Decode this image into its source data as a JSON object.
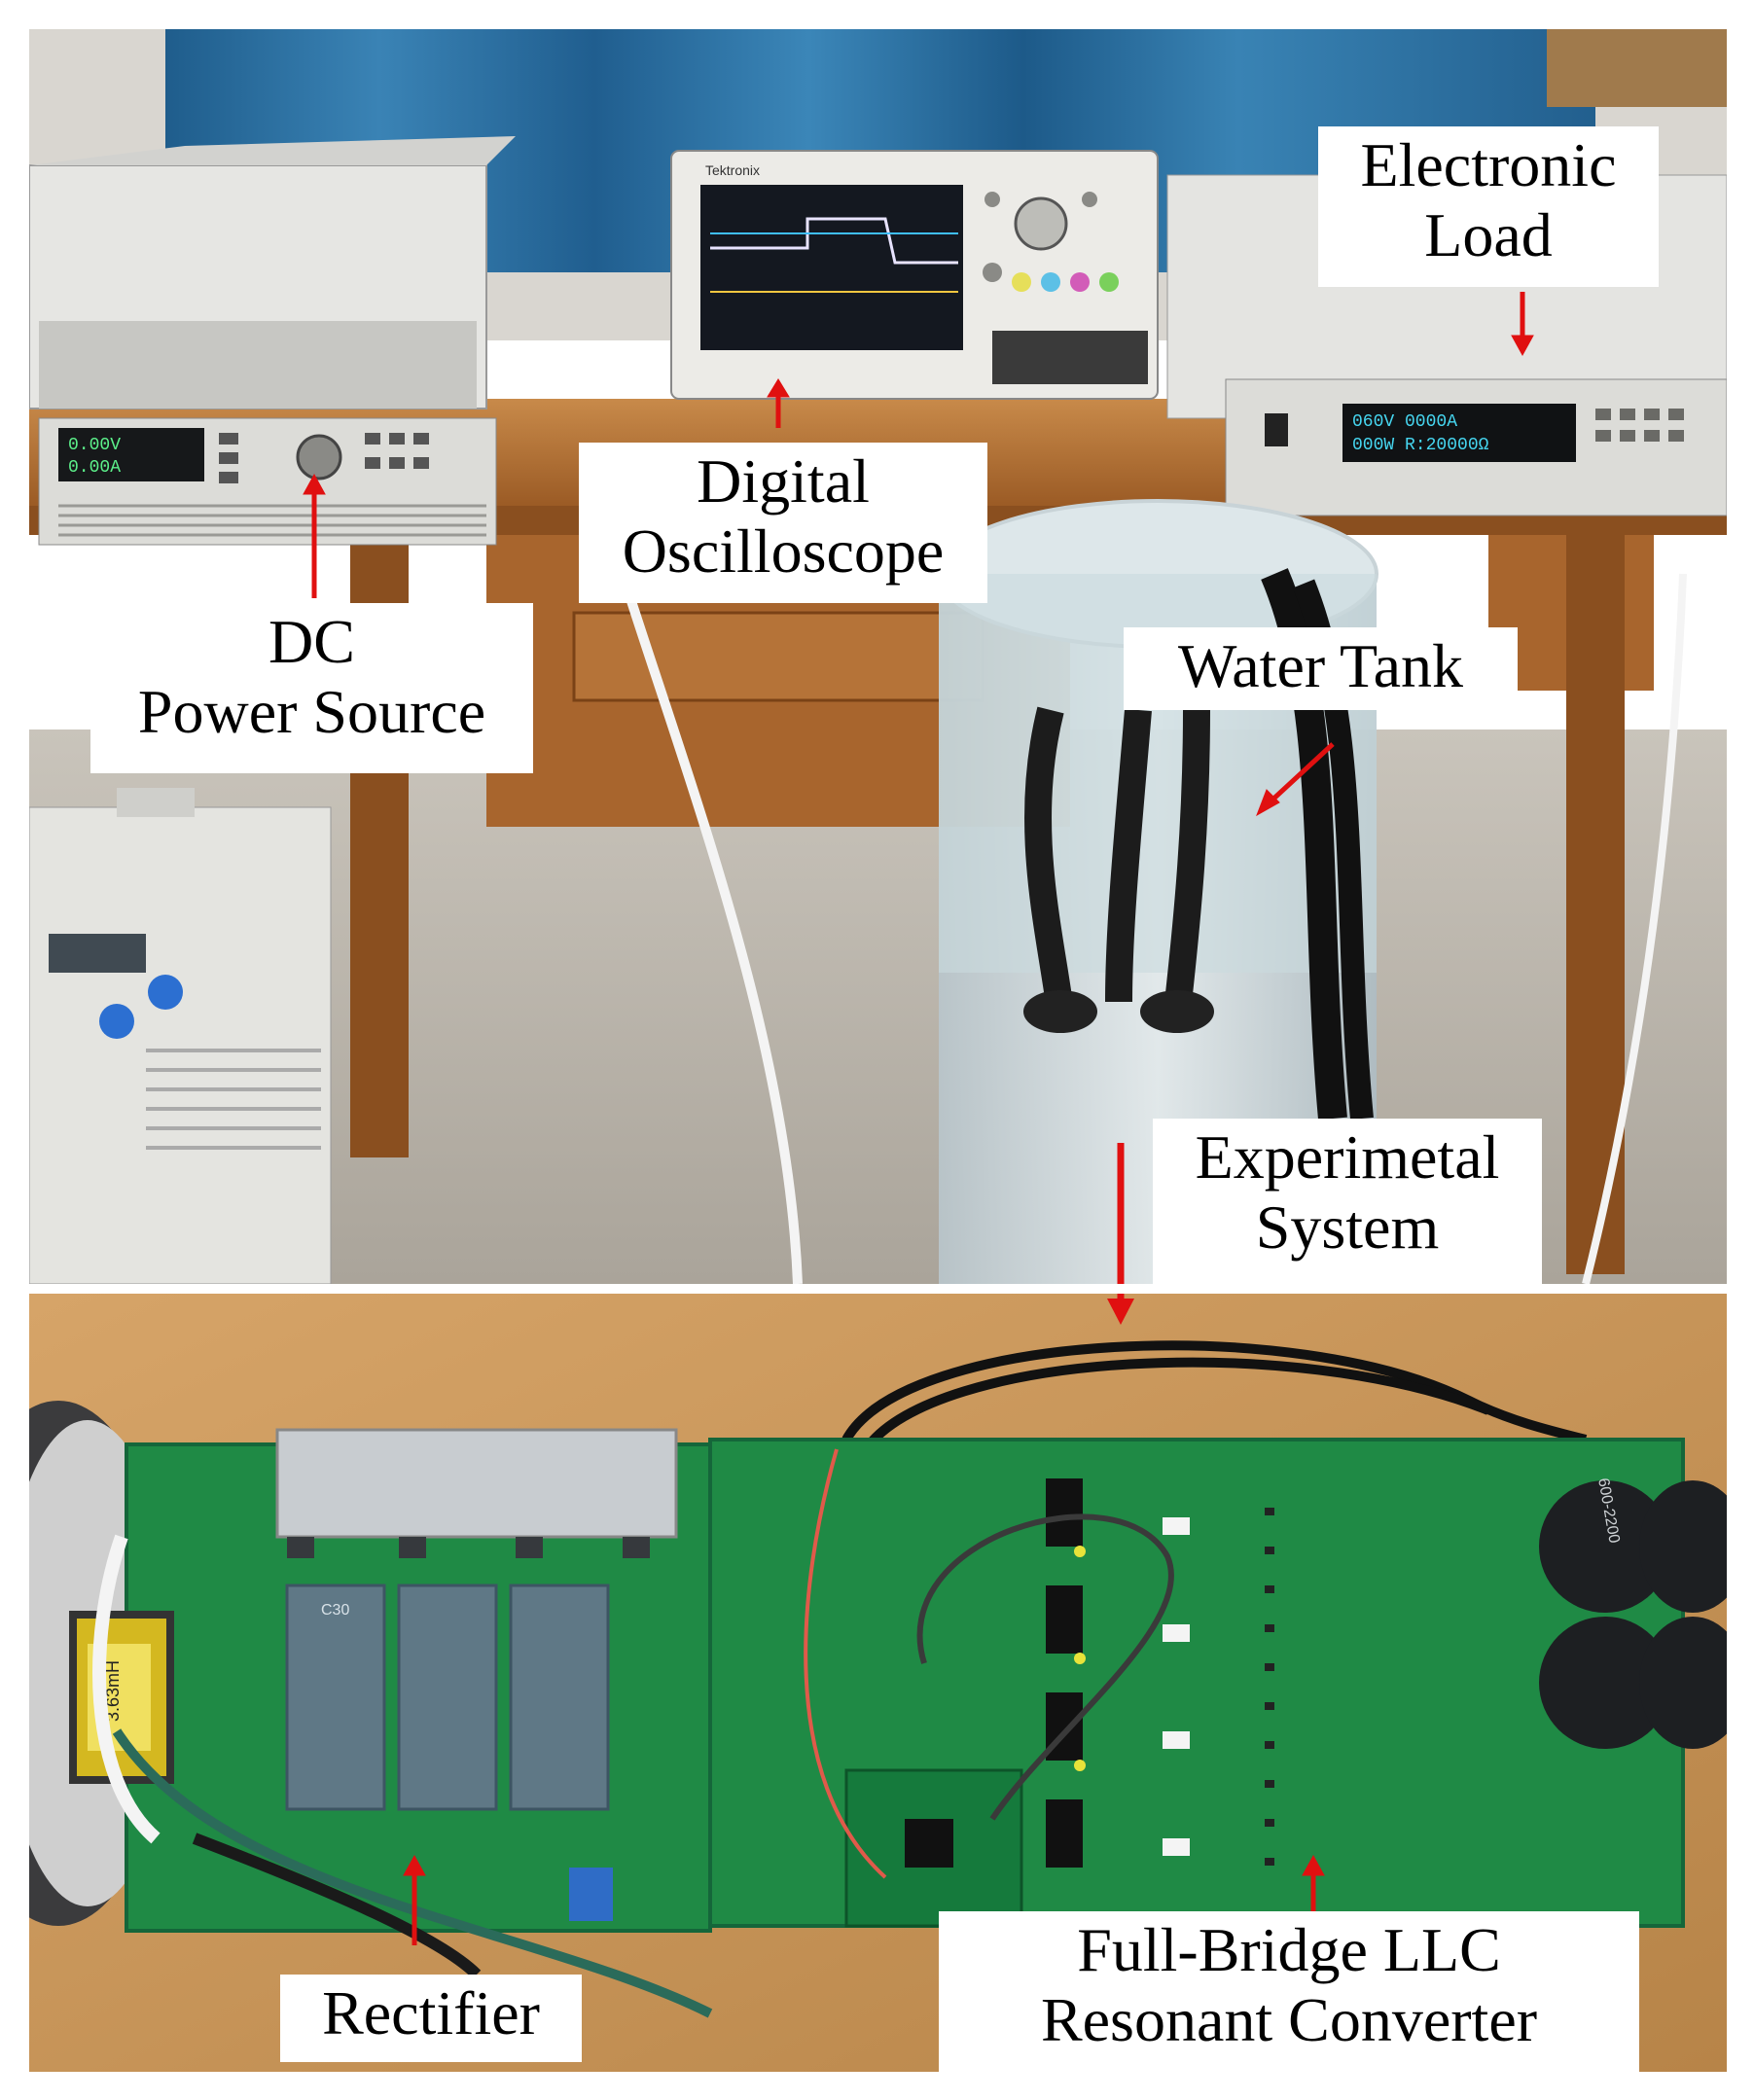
{
  "labels": {
    "electronic_load": [
      "Electronic",
      "Load"
    ],
    "digital_oscilloscope": [
      "Digital",
      "Oscilloscope"
    ],
    "dc_power_source": [
      "DC",
      "Power Source"
    ],
    "water_tank": "Water Tank",
    "experimental_system": [
      "Experimetal",
      "System"
    ],
    "rectifier": "Rectifier",
    "llc_converter": [
      "Full-Bridge LLC",
      "Resonant Converter"
    ]
  },
  "photo_text": {
    "oscilloscope_brand": "Tektronix",
    "dc_source_display": [
      "0.00V",
      "0.00A"
    ],
    "load_display": [
      "060V 0000A",
      "000W R:20000Ω"
    ],
    "inductor_tag": "3.63mH",
    "capacitor_marking": "C30",
    "big_cap_marking": "600-2200"
  },
  "colors": {
    "arrow": "#e01010",
    "pcb": "#1f8a45",
    "wood": "#b87334",
    "curtain": "#2a6b9a"
  },
  "icons": [
    "up-arrow-icon",
    "down-arrow-icon",
    "diagonal-arrow-icon"
  ]
}
